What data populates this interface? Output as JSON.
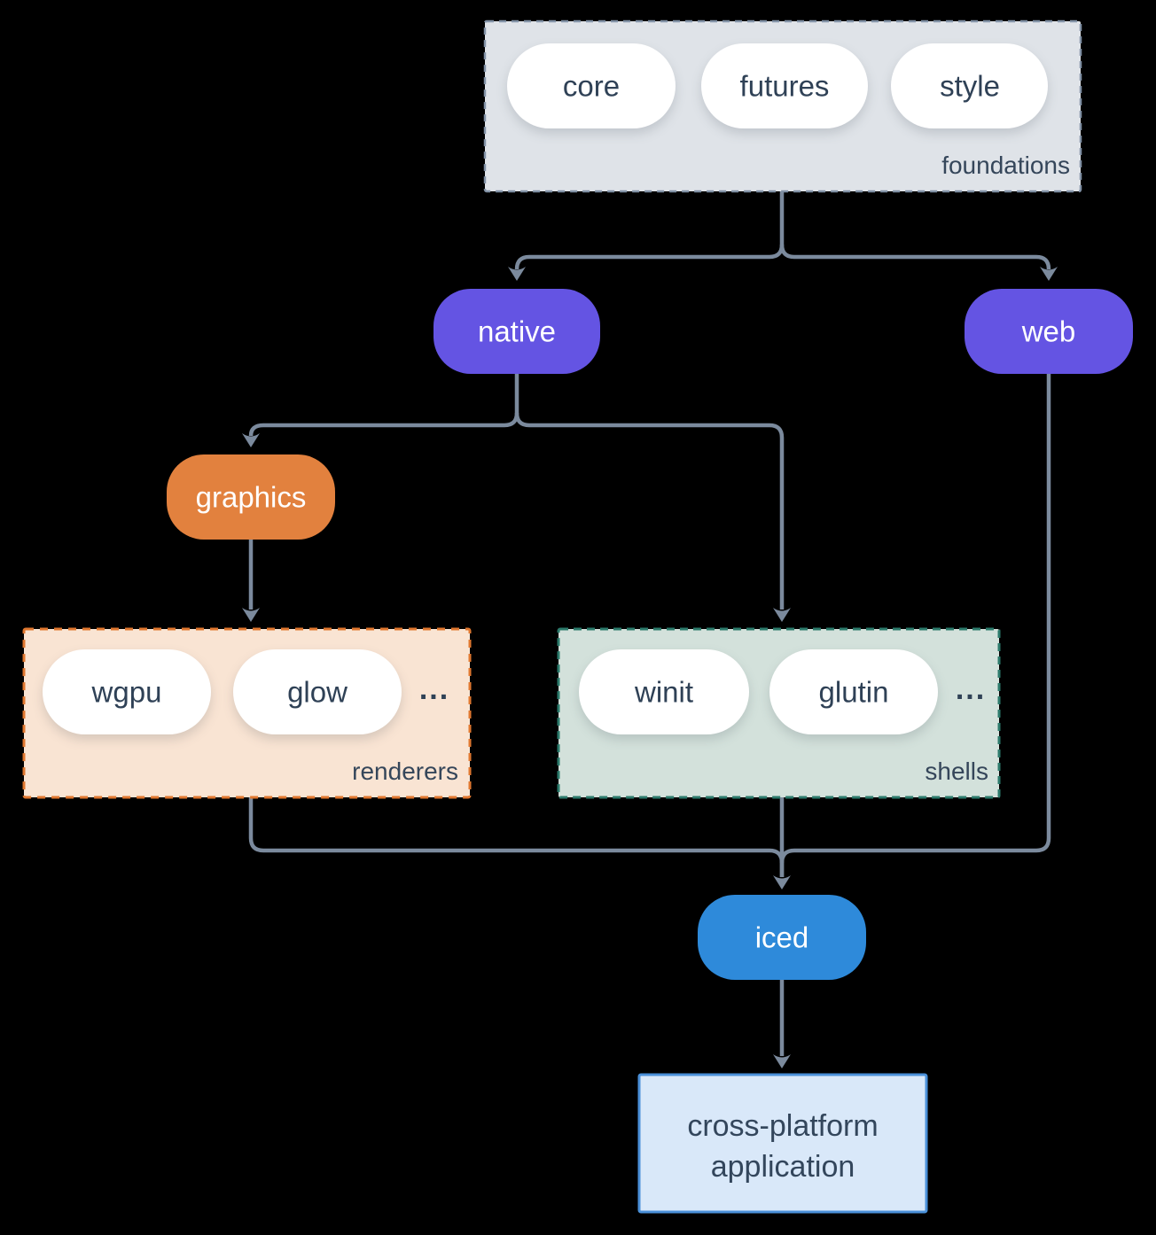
{
  "colors": {
    "background": "#000000",
    "line": "#7b8a9d",
    "text_dark": "#2f4156",
    "pill_white": "#ffffff",
    "purple": "#6454e3",
    "orange": "#e2813e",
    "iced_blue": "#2e8ada",
    "foundations_fill": "#dfe3e8",
    "foundations_border": "#8292a6",
    "renderers_fill": "#f9e4d3",
    "renderers_border": "#e0772f",
    "shells_fill": "#d3e1db",
    "shells_border": "#2c7a6b",
    "app_fill": "#d9e8f9",
    "app_border": "#4a90d9"
  },
  "groups": {
    "foundations": {
      "label": "foundations",
      "pills": [
        "core",
        "futures",
        "style"
      ]
    },
    "renderers": {
      "label": "renderers",
      "pills": [
        "wgpu",
        "glow"
      ],
      "ellipsis": "..."
    },
    "shells": {
      "label": "shells",
      "pills": [
        "winit",
        "glutin"
      ],
      "ellipsis": "..."
    }
  },
  "nodes": {
    "native": "native",
    "web": "web",
    "graphics": "graphics",
    "iced": "iced",
    "application": {
      "line1": "cross-platform",
      "line2": "application"
    }
  }
}
